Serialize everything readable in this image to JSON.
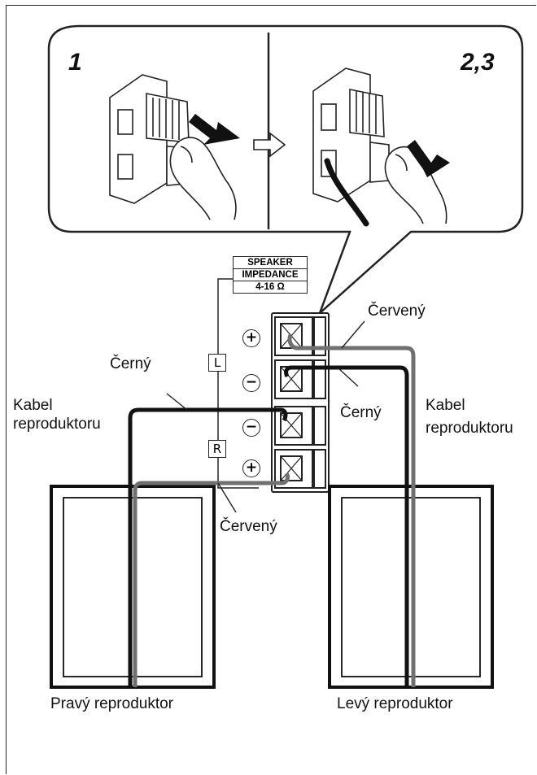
{
  "callout": {
    "step1": "1",
    "step23": "2,3"
  },
  "impedance": {
    "line1": "SPEAKER",
    "line2": "IMPEDANCE",
    "line3": "4-16 Ω"
  },
  "channels": {
    "left": "L",
    "right": "R"
  },
  "polarity": {
    "plus": "+",
    "minus": "−"
  },
  "labels": {
    "red_top": "Červený",
    "black_top": "Černý",
    "black_mid": "Černý",
    "red_bottom": "Červený",
    "cable_left_1": "Kabel",
    "cable_left_2": "reproduktoru",
    "cable_right_1": "Kabel",
    "cable_right_2": "reproduktoru",
    "speaker_right": "Pravý reproduktor",
    "speaker_left": "Levý reproduktor"
  },
  "colors": {
    "line": "#222222",
    "black_wire": "#111111",
    "red_wire": "#707070"
  }
}
